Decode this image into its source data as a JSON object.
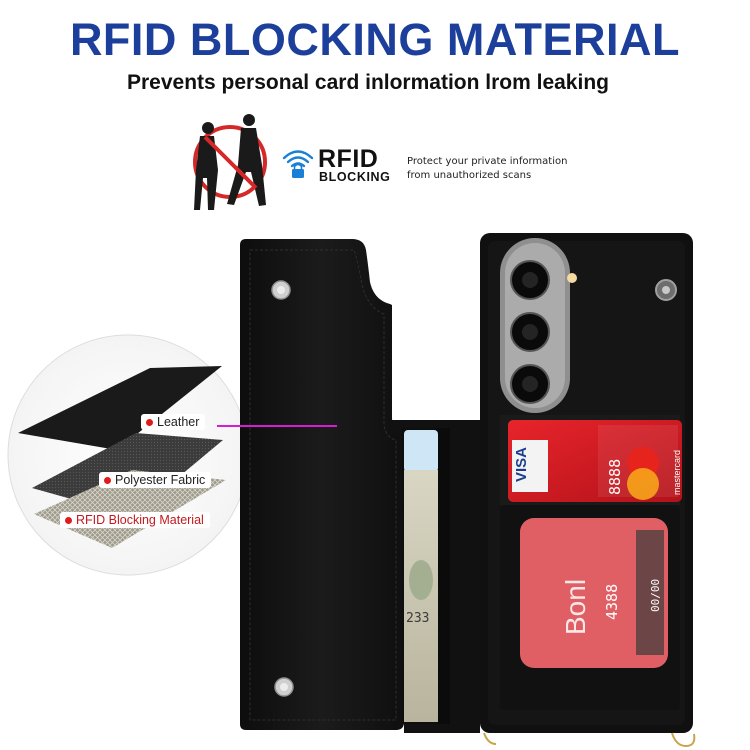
{
  "header": {
    "title": "RFID BLOCKING MATERIAL",
    "subtitle": "Prevents personal card inlormation lrom leaking"
  },
  "rfid_badge": {
    "word": "RFID",
    "subword": "BLOCKING",
    "description_line1": "Protect your private information",
    "description_line2": "from unauthorized scans",
    "icon": "wifi-lock-icon",
    "accent_color": "#1a7fd6"
  },
  "layers": {
    "items": [
      {
        "label": "Leather"
      },
      {
        "label": "Polyester Fabric"
      },
      {
        "label": "RFID Blocking Material"
      }
    ]
  },
  "card_text": {
    "visa": "VISA",
    "mastercard": "mastercard",
    "bank": "Bonl",
    "number_top": "8888",
    "number_bottom": "4388",
    "expiry": "00/00",
    "cash_digits": "233"
  },
  "colors": {
    "title": "#1d3f9c",
    "highlight_ring": "#d21fd2",
    "case": "#141414"
  }
}
